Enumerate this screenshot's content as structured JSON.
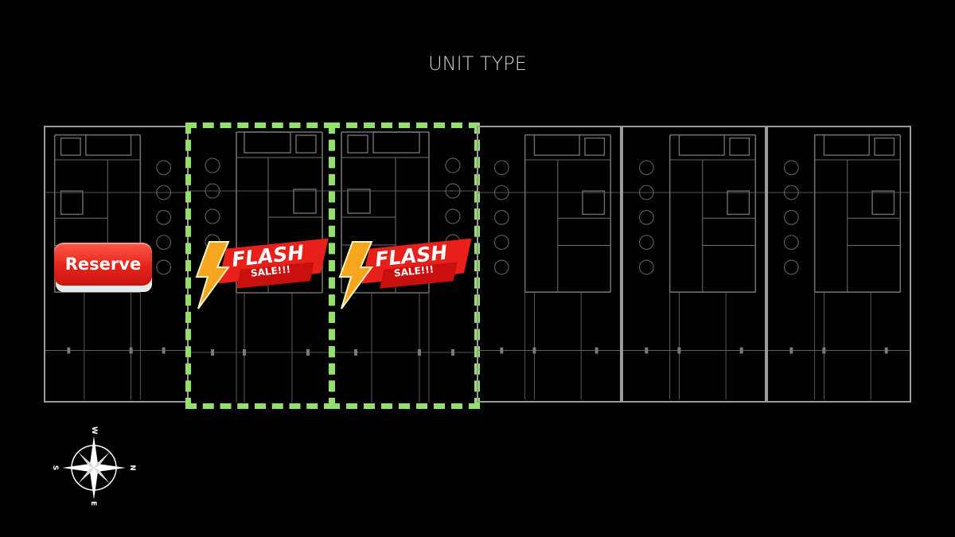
{
  "page": {
    "title": "UNIT TYPE"
  },
  "units": [
    {
      "id": "unit-1",
      "selected": false
    },
    {
      "id": "unit-2",
      "selected": true
    },
    {
      "id": "unit-3",
      "selected": true
    },
    {
      "id": "unit-4",
      "selected": false
    },
    {
      "id": "unit-5",
      "selected": false
    },
    {
      "id": "unit-6",
      "selected": false
    }
  ],
  "reserve": {
    "label": "Reserve"
  },
  "flash_badges": [
    {
      "title": "FLASH",
      "subtitle": "SALE!!!",
      "icon": "lightning-bolt-icon"
    },
    {
      "title": "FLASH",
      "subtitle": "SALE!!!",
      "icon": "lightning-bolt-icon"
    }
  ],
  "compass": {
    "north": "N",
    "south": "S",
    "east": "E",
    "west": "W",
    "icon": "compass-rose-icon"
  },
  "colors": {
    "selection": "#95e06a",
    "reserve": "#e5241b",
    "background": "#000000",
    "lines": "#9a9a9a"
  }
}
